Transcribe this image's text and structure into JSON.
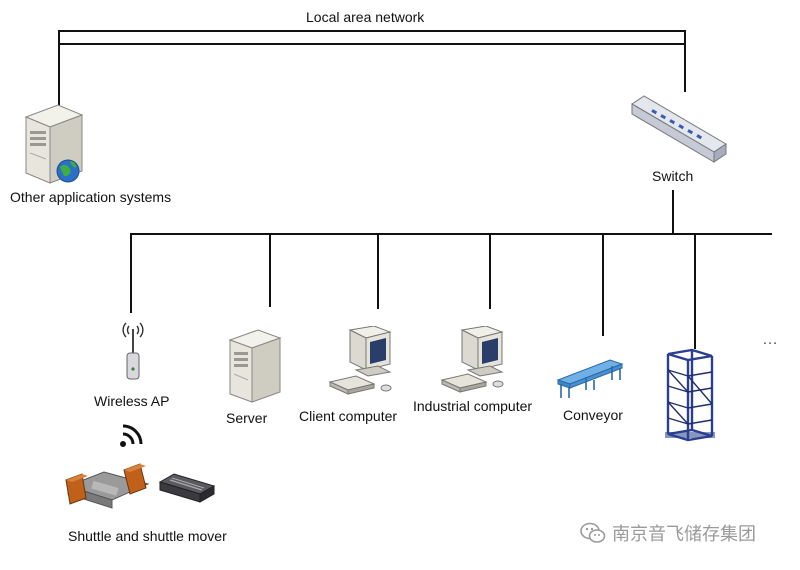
{
  "diagram": {
    "top_label": "Local area network",
    "nodes": {
      "other_systems": "Other application systems",
      "switch": "Switch",
      "wireless_ap": "Wireless AP",
      "server": "Server",
      "client_computer": "Client computer",
      "industrial_computer": "Industrial computer",
      "conveyor": "Conveyor",
      "shuttle": "Shuttle and shuttle mover"
    },
    "ellipsis": "…",
    "watermark": "南京音飞储存集团"
  },
  "colors": {
    "line": "#111111",
    "server_body": "#e8e6dc",
    "rack_blue": "#2a3f8f",
    "shuttle_orange": "#c0601a",
    "conveyor_blue": "#4a90d0",
    "watermark": "#9a9a9a"
  },
  "icons": [
    "server-globe-icon",
    "switch-icon",
    "access-point-icon",
    "server-icon",
    "desktop-computer-icon",
    "conveyor-icon",
    "storage-rack-icon",
    "wifi-signal-icon",
    "shuttle-icon",
    "shuttle-mover-icon",
    "wechat-icon"
  ]
}
